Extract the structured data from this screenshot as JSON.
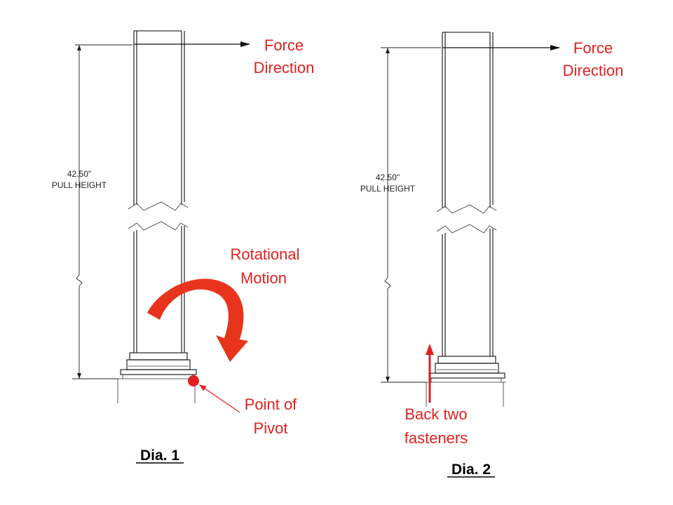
{
  "diagram_1": {
    "force_label_line1": "Force",
    "force_label_line2": "Direction",
    "dimension_value": "42.50\"",
    "dimension_label": "PULL HEIGHT",
    "rotation_label_line1": "Rotational",
    "rotation_label_line2": "Motion",
    "pivot_label_line1": "Point of",
    "pivot_label_line2": "Pivot",
    "caption": "Dia. 1"
  },
  "diagram_2": {
    "force_label_line1": "Force",
    "force_label_line2": "Direction",
    "dimension_value": "42.50\"",
    "dimension_label": "PULL HEIGHT",
    "fastener_label_line1": "Back two",
    "fastener_label_line2": "fasteners",
    "caption": "Dia. 2"
  },
  "colors": {
    "annotation_red": "#e02020",
    "line_dark": "#333333"
  }
}
